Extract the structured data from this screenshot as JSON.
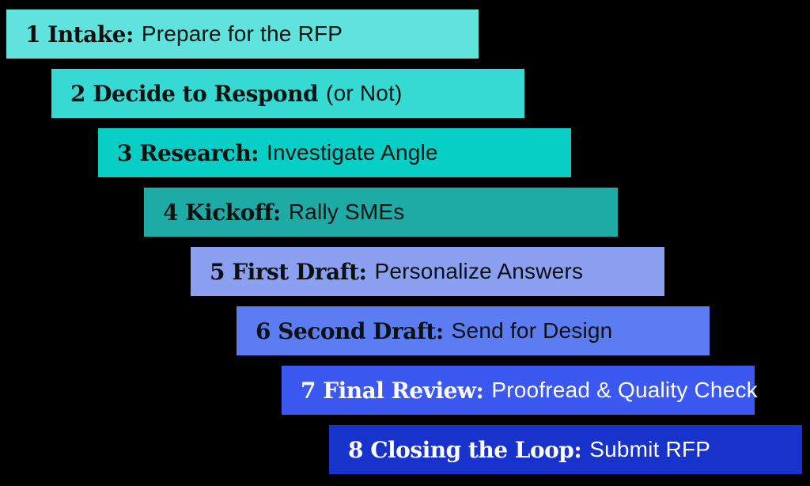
{
  "background_color": "#000000",
  "steps": [
    {
      "bold": "1 Intake:",
      "regular": "Prepare for the RFP",
      "bar_color": "#60E2DD",
      "text_color": "#0B1110"
    },
    {
      "bold": "2 Decide to Respond",
      "regular": "(or Not)",
      "bar_color": "#36DAD3",
      "text_color": "#0B1110"
    },
    {
      "bold": "3 Research:",
      "regular": "Investigate Angle",
      "bar_color": "#07CFC6",
      "text_color": "#0B1110"
    },
    {
      "bold": "4 Kickoff:",
      "regular": "Rally SMEs",
      "bar_color": "#1FABA5",
      "text_color": "#0B1110"
    },
    {
      "bold": "5 First Draft:",
      "regular": "Personalize Answers",
      "bar_color": "#8CA0F1",
      "text_color": "#0B1110"
    },
    {
      "bold": "6 Second Draft:",
      "regular": "Send for Design",
      "bar_color": "#5C7DF2",
      "text_color": "#0B1110"
    },
    {
      "bold": "7 Final Review:",
      "regular": "Proofread & Quality Check",
      "bar_color": "#3B58F0",
      "text_color": "#FDFDFF"
    },
    {
      "bold": "8 Closing the Loop:",
      "regular": "Submit RFP",
      "bar_color": "#1733CC",
      "text_color": "#FDFDFF"
    }
  ]
}
